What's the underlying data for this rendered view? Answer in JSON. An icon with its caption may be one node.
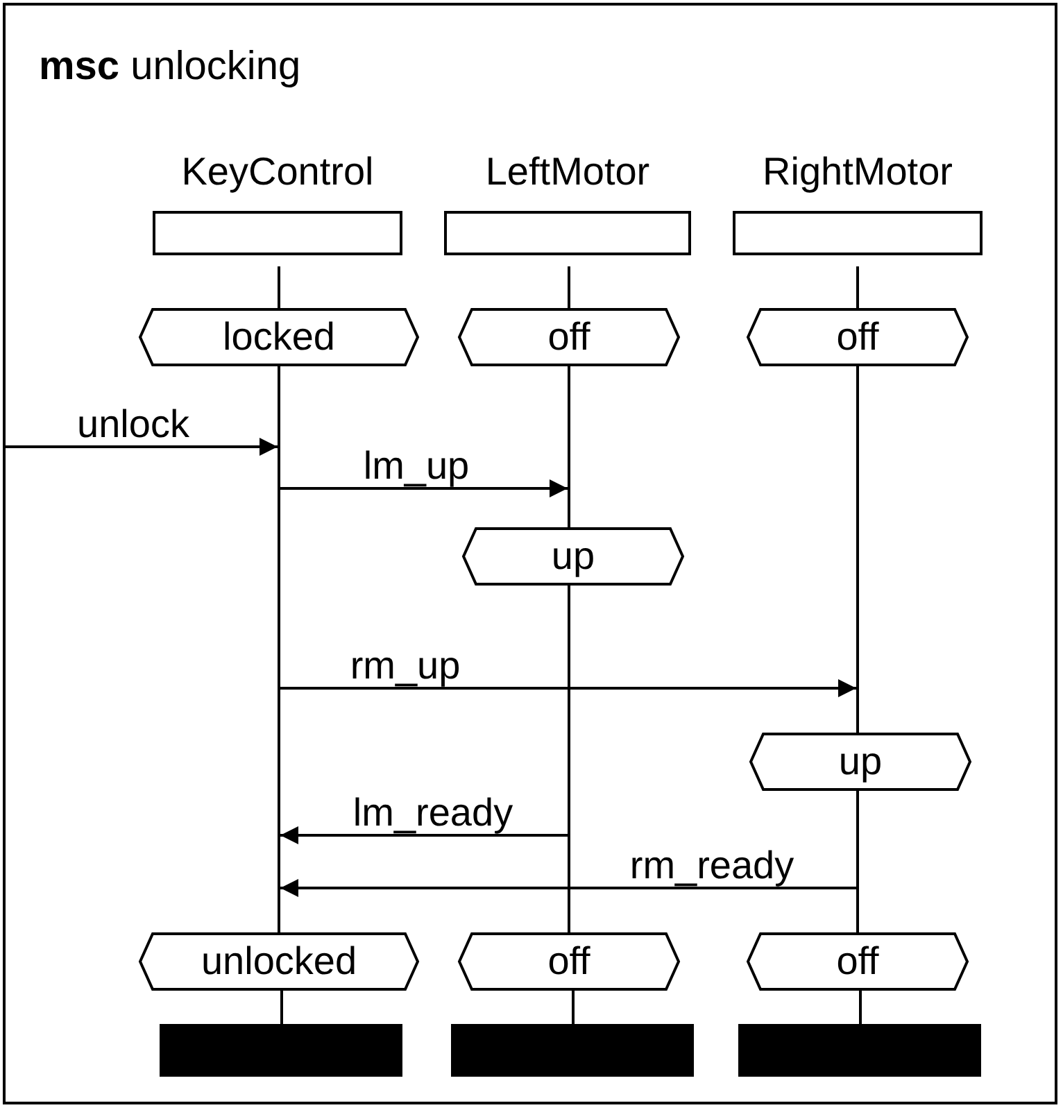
{
  "diagram": {
    "title": "**msc** unlocking",
    "nodes": [
      {
        "text": [
          "KeyControl"
        ]
      },
      {
        "text": [
          "LeftMotor"
        ]
      },
      {
        "text": [
          "RightMotor"
        ]
      },
      {
        "text": [
          "locked"
        ]
      },
      {
        "text": [
          "off"
        ]
      },
      {
        "text": [
          "off"
        ]
      },
      {
        "text": [],
        "shape": "line"
      },
      {
        "text": [],
        "shape": "line"
      },
      {
        "text": [],
        "shape": "line"
      },
      {
        "text": [
          "up"
        ]
      },
      {
        "text": [],
        "shape": "line"
      },
      {
        "text": [
          "up"
        ]
      },
      {
        "text": [],
        "shape": "line"
      },
      {
        "text": [
          "unlocked"
        ]
      },
      {
        "text": [
          "off"
        ]
      },
      {
        "text": [
          "off"
        ]
      },
      {
        "text": [],
        "shape": "bar"
      },
      {
        "text": [],
        "shape": "bar"
      },
      {
        "text": [],
        "shape": "bar"
      }
    ],
    "edges": [
      {
        "from": null,
        "to": 6,
        "arrow": "to",
        "label": "unlock"
      },
      {
        "from": 6,
        "to": 7,
        "arrow": "to",
        "label": "lm_up"
      },
      {
        "from": 6,
        "to": 8,
        "arrow": "to",
        "label": "rm_up"
      },
      {
        "from": 10,
        "to": 6,
        "arrow": "to",
        "label": "lm_ready"
      },
      {
        "from": 12,
        "to": 6,
        "arrow": "to",
        "label": "rm_ready"
      },
      {
        "from": 0,
        "to": 3,
        "arrow": "none"
      },
      {
        "from": 1,
        "to": 4,
        "arrow": "none"
      },
      {
        "from": 2,
        "to": 5,
        "arrow": "none"
      },
      {
        "from": 13,
        "to": 16,
        "arrow": "none"
      },
      {
        "from": 14,
        "to": 17,
        "arrow": "none"
      },
      {
        "from": 15,
        "to": 18,
        "arrow": "none"
      }
    ]
  }
}
